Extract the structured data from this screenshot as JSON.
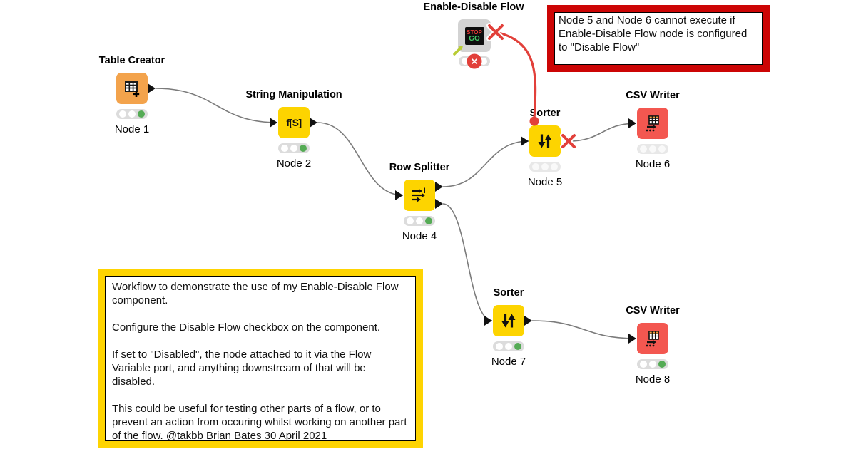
{
  "theme": {
    "node-orange": "#f3a34c",
    "node-yellow": "#fdd400",
    "node-red": "#f35750",
    "node-gray": "#d3d3d3",
    "status-green": "#55ab55",
    "edge-gray": "#7b7b7b",
    "alert-red": "#e2403a",
    "annotation-red-border": "#cc0505",
    "annotation-yellow-border": "#fed401",
    "stop-red": "#e53935",
    "go-green": "#44c767",
    "arrow-chartreuse": "#b8cc33"
  },
  "component": {
    "title": "Enable-Disable Flow",
    "screen_lines": [
      "STOP",
      "GO"
    ],
    "status": "error",
    "error_icon": "✕"
  },
  "nodes": [
    {
      "title": "Table Creator",
      "label": "Node 1",
      "status": "ready"
    },
    {
      "title": "String Manipulation",
      "label": "Node 2",
      "status": "ready",
      "icon_text": "f[S]"
    },
    {
      "title": "Row Splitter",
      "label": "Node 4",
      "status": "ready"
    },
    {
      "title": "Sorter",
      "label": "Node 5",
      "status": "disabled"
    },
    {
      "title": "CSV Writer",
      "label": "Node 6",
      "status": "disabled"
    },
    {
      "title": "Sorter",
      "label": "Node 7",
      "status": "ready"
    },
    {
      "title": "CSV Writer",
      "label": "Node 8",
      "status": "ready"
    }
  ],
  "annotations": {
    "red_note": {
      "text": "Node 5 and Node 6 cannot execute if Enable-Disable Flow node is configured to \"Disable Flow\""
    },
    "yellow_note": {
      "paragraphs": [
        "Workflow to demonstrate the use of my Enable-Disable Flow component.",
        "Configure the Disable Flow checkbox on the component.",
        "If set to \"Disabled\", the node attached to it via the Flow Variable port, and anything downstream of that will be disabled.",
        "This could be useful for testing other parts of a flow, or to prevent an action from occuring whilst working on another part of the flow.  @takbb Brian Bates 30 April 2021"
      ]
    }
  },
  "edges": [
    {
      "from": "node1_out",
      "to": "node2_in",
      "color": "gray"
    },
    {
      "from": "node2_out",
      "to": "node4_in",
      "color": "gray"
    },
    {
      "from": "node4_out_top",
      "to": "node5_in",
      "color": "gray"
    },
    {
      "from": "node4_out_bottom",
      "to": "node7_in",
      "color": "gray"
    },
    {
      "from": "node5_out",
      "to": "node6_in",
      "color": "gray"
    },
    {
      "from": "node7_out",
      "to": "node8_in",
      "color": "gray"
    },
    {
      "from": "comp_out",
      "to": "node5_flowvar",
      "color": "red"
    }
  ]
}
